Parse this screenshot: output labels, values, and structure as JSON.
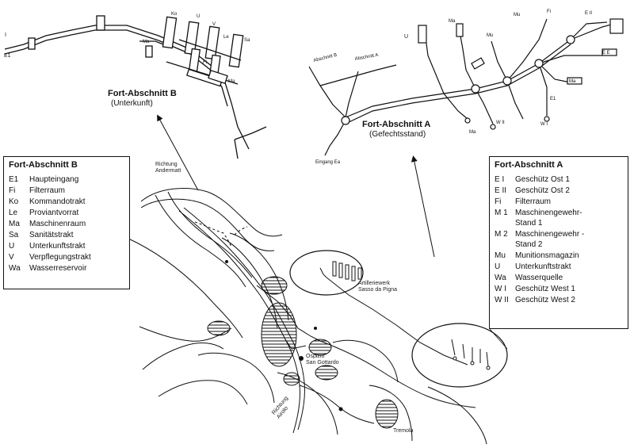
{
  "fort_b": {
    "title": "Fort-Abschnitt B",
    "subtitle": "(Unterkunft)",
    "map_labels": [
      "E1",
      "Ko",
      "U",
      "V",
      "Le",
      "Sa",
      "Ma",
      "Fi",
      "Ma",
      "I"
    ]
  },
  "fort_a": {
    "title": "Fort-Abschnitt A",
    "subtitle": "(Gefechtsstand)",
    "map_labels": [
      "U",
      "Ma",
      "Mu",
      "Mu",
      "Fi",
      "E II",
      "E E",
      "Ma",
      "E1",
      "W II",
      "W I",
      "Ma",
      "Eingang Ea",
      "Abschnitt B",
      "Abschnitt A"
    ]
  },
  "overview": {
    "richtung_andermatt": "Richtung\nAndermatt",
    "artilleriewerk": "Artilleriewerk\nSasso da Pigna",
    "ospizio": "Ospizio\nSan Gottardo",
    "richtung_airolo": "Richtung\nAirolo",
    "tremola": "Tremola"
  },
  "legend_b": {
    "title": "Fort-Abschnitt B",
    "items": [
      {
        "abbr": "E1",
        "text": "Haupteingang"
      },
      {
        "abbr": "Fi",
        "text": "Filterraum"
      },
      {
        "abbr": "Ko",
        "text": "Kommandotrakt"
      },
      {
        "abbr": "Le",
        "text": "Proviantvorrat"
      },
      {
        "abbr": "Ma",
        "text": "Maschinenraum"
      },
      {
        "abbr": "Sa",
        "text": "Sanitätstrakt"
      },
      {
        "abbr": "U",
        "text": "Unterkunftstrakt"
      },
      {
        "abbr": "V",
        "text": "Verpflegungstrakt"
      },
      {
        "abbr": "Wa",
        "text": "Wasserreservoir"
      }
    ]
  },
  "legend_a": {
    "title": "Fort-Abschnitt A",
    "items": [
      {
        "abbr": "E I",
        "text": "Geschütz Ost 1"
      },
      {
        "abbr": "E II",
        "text": "Geschütz Ost 2"
      },
      {
        "abbr": "Fi",
        "text": "Filterraum"
      },
      {
        "abbr": "M 1",
        "text": "Maschinengewehr-\nStand 1"
      },
      {
        "abbr": "M 2",
        "text": "Maschinengewehr -\nStand 2"
      },
      {
        "abbr": "Mu",
        "text": "Munitionsmagazin"
      },
      {
        "abbr": "U",
        "text": "Unterkunftstrakt"
      },
      {
        "abbr": "Wa",
        "text": "Wasserquelle"
      },
      {
        "abbr": "W I",
        "text": "Geschütz West 1"
      },
      {
        "abbr": "W II",
        "text": "Geschütz West 2"
      }
    ]
  },
  "colors": {
    "ink": "#111111",
    "paper": "#ffffff"
  }
}
